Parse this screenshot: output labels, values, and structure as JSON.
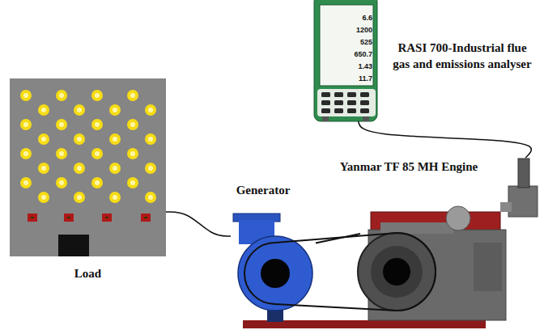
{
  "diagram": {
    "nodes": [
      {
        "text": [
          "Load"
        ]
      },
      {
        "text": [
          "Generator"
        ]
      },
      {
        "text": [
          "Yanmar TF 85 MH Engine"
        ]
      },
      {
        "text": [
          "RASI 700-Industrial flue gas and emissions analyser"
        ]
      }
    ],
    "edges": [
      {
        "from": 0,
        "to": 1,
        "arrow": "none"
      },
      {
        "from": 1,
        "to": 2,
        "arrow": "none"
      },
      {
        "from": 3,
        "to": 2,
        "arrow": "none"
      }
    ],
    "labels": [
      "6.6",
      "1200",
      "525",
      "650.7",
      "1.43",
      "11.7"
    ]
  }
}
